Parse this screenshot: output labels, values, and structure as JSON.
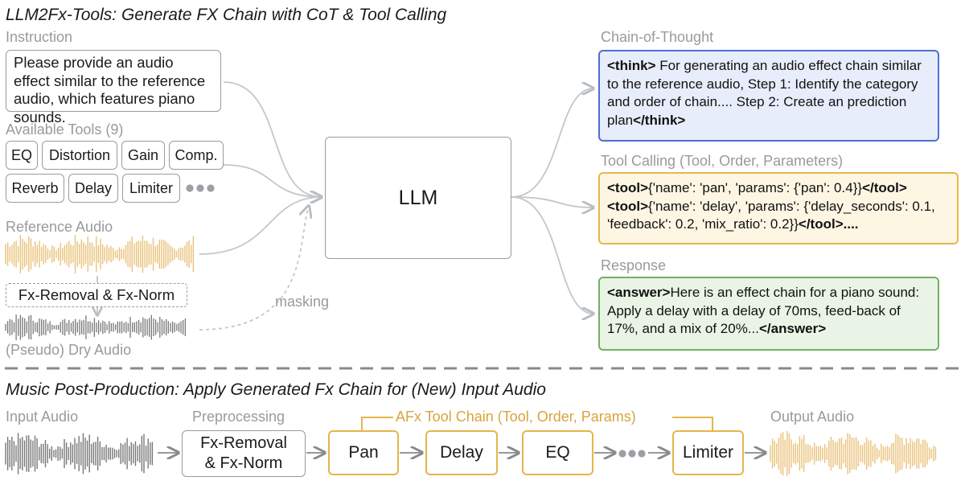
{
  "top": {
    "title": "LLM2Fx-Tools: Generate FX Chain with CoT & Tool Calling",
    "instruction_label": "Instruction",
    "instruction_text": "Please provide an audio effect similar to the reference audio, which features piano sounds.",
    "tools_label": "Available Tools (9)",
    "tools": [
      "EQ",
      "Distortion",
      "Gain",
      "Comp.",
      "Reverb",
      "Delay",
      "Limiter"
    ],
    "reference_label": "Reference Audio",
    "fx_removal": "Fx-Removal & Fx-Norm",
    "dry_label": "(Pseudo) Dry Audio",
    "masking_label": "masking",
    "llm_label": "LLM",
    "cot_label": "Chain-of-Thought",
    "cot": {
      "open_tag": "<think>",
      "text": " For generating an audio effect chain similar to the reference audio, Step 1: Identify the category and order of chain.... Step 2: Create an prediction plan",
      "close_tag": "</think>"
    },
    "tool_call_label": "Tool Calling (Tool, Order, Parameters)",
    "tool_calls": {
      "l1_open": "<tool>",
      "l1_text": "{'name': 'pan', 'params': {'pan': 0.4}}",
      "l1_close": "</tool>",
      "l2_open": "<tool>",
      "l2_text": "{'name': 'delay', 'params': {'delay_seconds': 0.1, 'feedback': 0.2, 'mix_ratio': 0.2}}",
      "l2_close": "</tool>...."
    },
    "response_label": "Response",
    "response": {
      "open_tag": "<answer>",
      "text": "Here is an effect chain for a piano sound: Apply a delay with a delay of 70ms, feed-back of 17%, and a mix of 20%...",
      "close_tag": "</answer>"
    }
  },
  "bottom": {
    "title": "Music Post-Production: Apply Generated Fx Chain for (New) Input Audio",
    "input_label": "Input Audio",
    "preproc_label": "Preprocessing",
    "preproc_line1": "Fx-Removal",
    "preproc_line2": "& Fx-Norm",
    "chain_label": "AFx Tool Chain (Tool, Order, Params)",
    "chain": [
      "Pan",
      "Delay",
      "EQ",
      "Limiter"
    ],
    "output_label": "Output Audio"
  },
  "colors": {
    "cot_border": "#4d6fd6",
    "cot_fill": "#e8edfb",
    "tool_border": "#e8b64a",
    "tool_fill": "#fdf6e3",
    "resp_border": "#72b063",
    "resp_fill": "#eaf4e6",
    "wave_gold": "#e9c27a",
    "wave_gray": "#777777",
    "gray_line": "#c2c7cc",
    "text_gray": "#9a9a9a"
  }
}
